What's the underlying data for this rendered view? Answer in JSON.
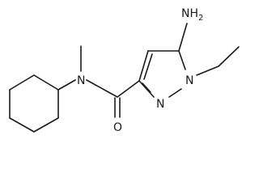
{
  "labels": {
    "nh2": "NH",
    "nh2_sub": "2",
    "amide_n": "N",
    "ring_n1": "N",
    "ring_n2": "N",
    "oxygen": "O"
  }
}
